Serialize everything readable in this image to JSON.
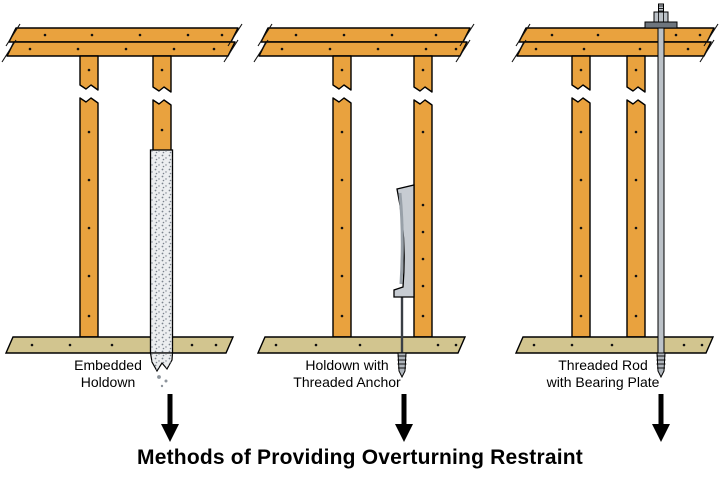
{
  "title": "Methods of Providing Overturning Restraint",
  "panels": [
    {
      "label": "Embedded\nHoldown"
    },
    {
      "label": "Holdown with\nThreaded Anchor"
    },
    {
      "label": "Threaded Rod\nwith Bearing Plate"
    }
  ],
  "colors": {
    "wood": "#E9A23E",
    "sill": "#D2C58F",
    "metal": "#C7CCD2",
    "metal_dark": "#6E757D",
    "strap": "#ECEEF0",
    "speckle": "#7A828C",
    "outline": "#000000",
    "arrow": "#000000",
    "background": "#FFFFFF"
  }
}
